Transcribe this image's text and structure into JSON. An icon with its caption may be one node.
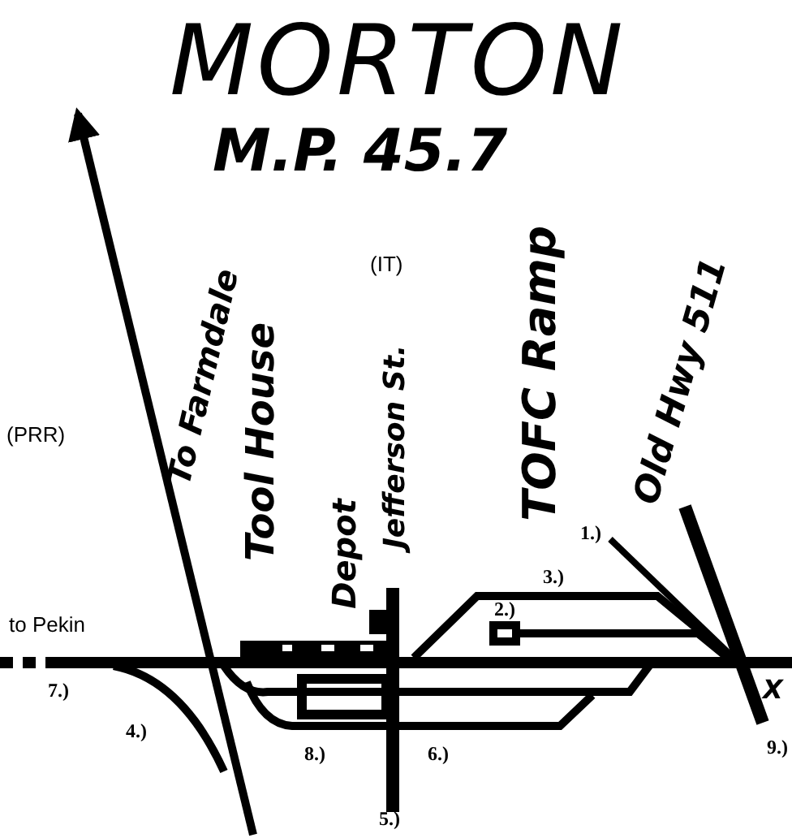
{
  "diagram": {
    "title": "MORTON",
    "labels": [
      "M.P. 45.7",
      "To Farmdale",
      "Tool House",
      "(IT)",
      "Depot",
      "Jefferson St.",
      "TOFC Ramp",
      "Old Hwy 511",
      "(PRR)",
      "1.)",
      "3.)",
      "2.)",
      "to Pekin",
      "7.)",
      "X",
      "4.)",
      "8.)",
      "6.)",
      "9.)",
      "5.)"
    ]
  }
}
